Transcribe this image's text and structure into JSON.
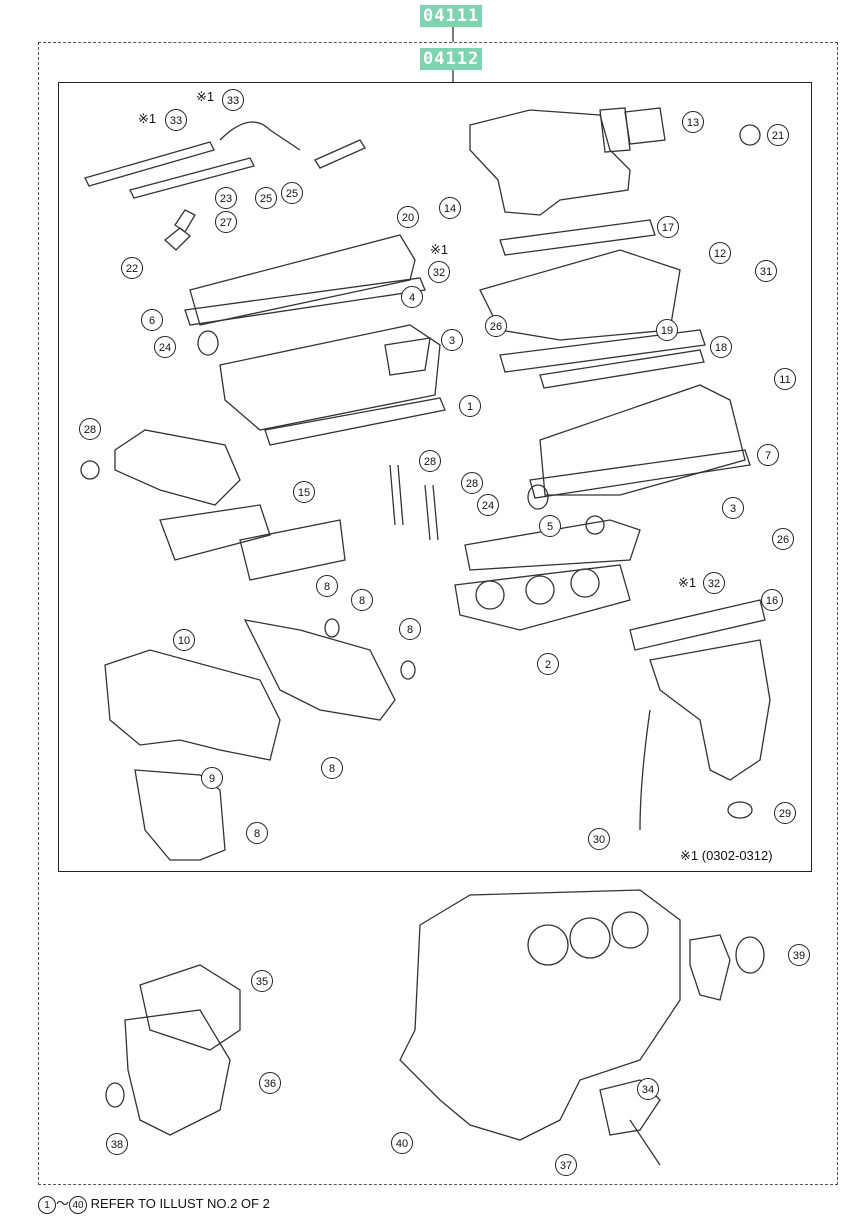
{
  "codes": {
    "top": "04111",
    "second": "04112"
  },
  "note_range": "※1 (0302-0312)",
  "footer": {
    "start": "1",
    "sep": "〜",
    "end": "40",
    "text": "REFER TO ILLUST NO.2 OF 2"
  },
  "marks": [
    {
      "id": "m1",
      "text": "※1"
    },
    {
      "id": "m2",
      "text": "※1"
    },
    {
      "id": "m3",
      "text": "※1"
    },
    {
      "id": "m4",
      "text": "※1"
    }
  ],
  "callouts": [
    {
      "n": "33"
    },
    {
      "n": "33"
    },
    {
      "n": "25"
    },
    {
      "n": "25"
    },
    {
      "n": "23"
    },
    {
      "n": "27"
    },
    {
      "n": "22"
    },
    {
      "n": "20"
    },
    {
      "n": "14"
    },
    {
      "n": "13"
    },
    {
      "n": "21"
    },
    {
      "n": "17"
    },
    {
      "n": "12"
    },
    {
      "n": "31"
    },
    {
      "n": "32"
    },
    {
      "n": "4"
    },
    {
      "n": "26"
    },
    {
      "n": "6"
    },
    {
      "n": "24"
    },
    {
      "n": "3"
    },
    {
      "n": "19"
    },
    {
      "n": "18"
    },
    {
      "n": "11"
    },
    {
      "n": "1"
    },
    {
      "n": "28"
    },
    {
      "n": "7"
    },
    {
      "n": "28"
    },
    {
      "n": "28"
    },
    {
      "n": "15"
    },
    {
      "n": "24"
    },
    {
      "n": "3"
    },
    {
      "n": "5"
    },
    {
      "n": "26"
    },
    {
      "n": "32"
    },
    {
      "n": "8"
    },
    {
      "n": "8"
    },
    {
      "n": "8"
    },
    {
      "n": "16"
    },
    {
      "n": "2"
    },
    {
      "n": "10"
    },
    {
      "n": "8"
    },
    {
      "n": "9"
    },
    {
      "n": "8"
    },
    {
      "n": "29"
    },
    {
      "n": "30"
    },
    {
      "n": "35"
    },
    {
      "n": "39"
    },
    {
      "n": "36"
    },
    {
      "n": "34"
    },
    {
      "n": "38"
    },
    {
      "n": "40"
    },
    {
      "n": "37"
    }
  ]
}
